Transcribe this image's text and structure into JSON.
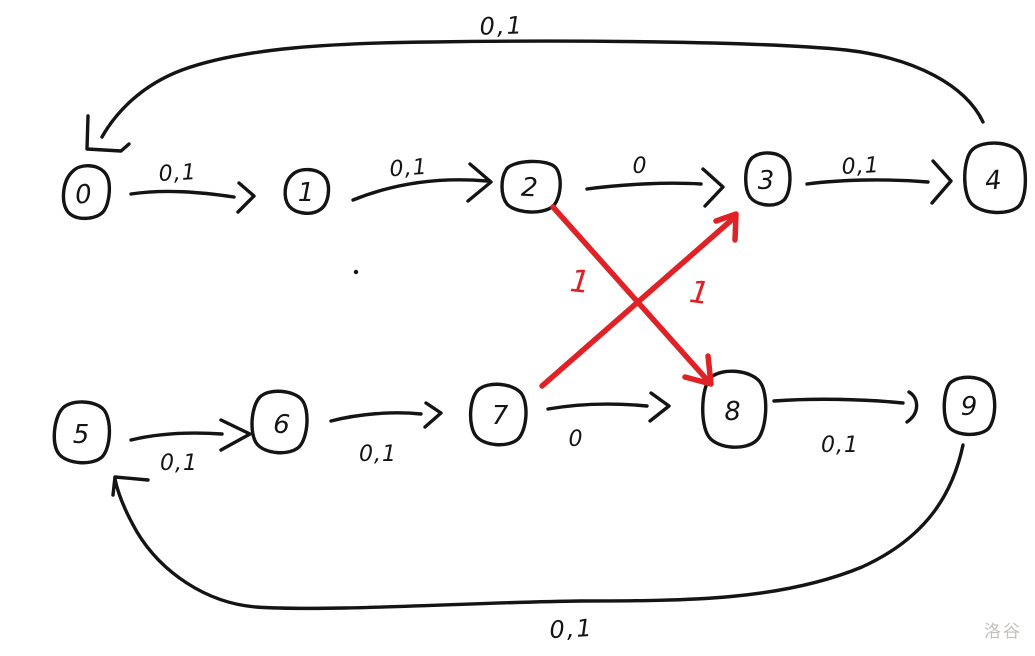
{
  "watermark": "洛谷",
  "palette": {
    "ink": "#141414",
    "red": "#e02227",
    "watermark_gray": "#c3c0bd"
  },
  "automaton": {
    "states": [
      {
        "label": "0"
      },
      {
        "label": "1"
      },
      {
        "label": "2"
      },
      {
        "label": "3"
      },
      {
        "label": "4"
      },
      {
        "label": "5"
      },
      {
        "label": "6"
      },
      {
        "label": "7"
      },
      {
        "label": "8"
      },
      {
        "label": "9"
      }
    ],
    "transitions": [
      {
        "from": "0",
        "to": "1",
        "label": "0,1"
      },
      {
        "from": "1",
        "to": "2",
        "label": "0,1"
      },
      {
        "from": "2",
        "to": "3",
        "label": "0"
      },
      {
        "from": "3",
        "to": "4",
        "label": "0,1"
      },
      {
        "from": "4",
        "to": "0",
        "label": "0,1",
        "path": "top-loop"
      },
      {
        "from": "5",
        "to": "6",
        "label": "0,1"
      },
      {
        "from": "6",
        "to": "7",
        "label": "0,1"
      },
      {
        "from": "7",
        "to": "8",
        "label": "0"
      },
      {
        "from": "8",
        "to": "9",
        "label": "0,1"
      },
      {
        "from": "9",
        "to": "5",
        "label": "0,1",
        "path": "bottom-loop"
      },
      {
        "from": "2",
        "to": "8",
        "label": "1",
        "color": "red"
      },
      {
        "from": "7",
        "to": "3",
        "label": "1",
        "color": "red"
      }
    ]
  }
}
